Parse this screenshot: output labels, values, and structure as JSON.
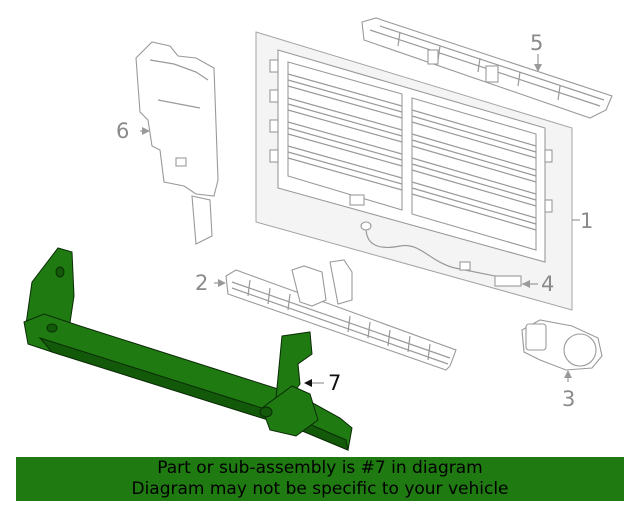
{
  "callouts": [
    {
      "id": "1",
      "label": "1"
    },
    {
      "id": "2",
      "label": "2"
    },
    {
      "id": "3",
      "label": "3"
    },
    {
      "id": "4",
      "label": "4"
    },
    {
      "id": "5",
      "label": "5"
    },
    {
      "id": "6",
      "label": "6"
    },
    {
      "id": "7",
      "label": "7",
      "highlighted": true
    }
  ],
  "highlight_color": "#1f7a12",
  "banner": {
    "line1": "Part or sub-assembly is #7 in diagram",
    "line2": "Diagram may not be specific to your vehicle"
  }
}
